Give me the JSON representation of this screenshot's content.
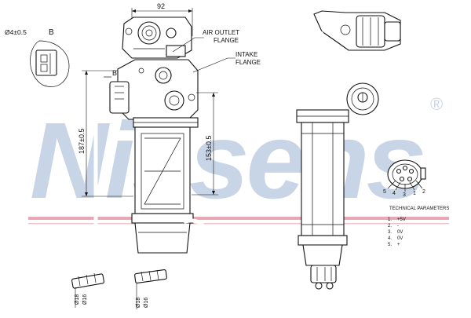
{
  "watermark": {
    "brand": "Nissens",
    "registered_mark": "®",
    "color": "#c8d5e6",
    "stripe_color": "#e7a7b4"
  },
  "callouts": {
    "air_outlet_line1": "AIR OUTLET",
    "air_outlet_line2": "FLANGE",
    "intake_line1": "INTAKE",
    "intake_line2": "FLANGE",
    "detail_marker": "B",
    "section_marker": "B"
  },
  "dimensions": {
    "top_width": "92",
    "left_height": "187±0.5",
    "inner_height": "153±0.5",
    "bolt_hole": "Ø4±0.5",
    "pipe_left": "Ø18",
    "pipe_right": "Ø18",
    "pipe_left_2": "Ø16",
    "pipe_right_2": "Ø16"
  },
  "connector": {
    "pin_labels": [
      "5",
      "4",
      "3",
      "1",
      "2"
    ]
  },
  "technical_parameters": {
    "title": "TECHNICAL PARAMETERS",
    "rows": [
      {
        "num": "1.",
        "value": "+5V"
      },
      {
        "num": "2.",
        "value": "-"
      },
      {
        "num": "3.",
        "value": "0V"
      },
      {
        "num": "4.",
        "value": "0V"
      },
      {
        "num": "5.",
        "value": "+"
      }
    ]
  }
}
